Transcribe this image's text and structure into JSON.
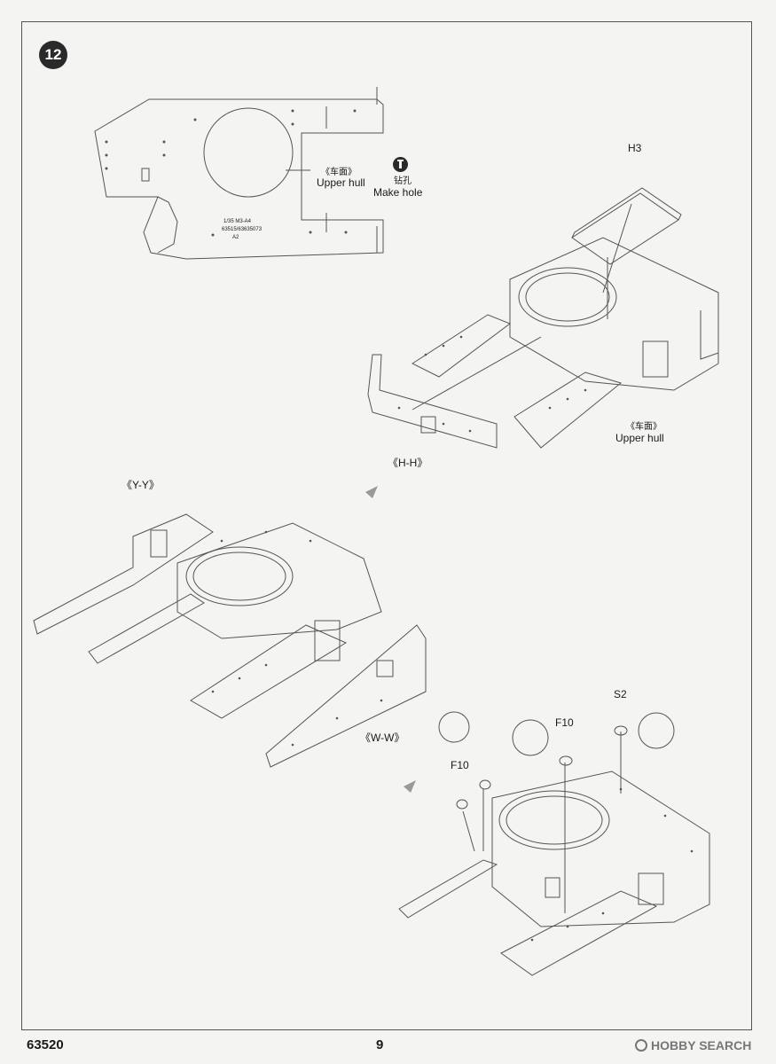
{
  "step": {
    "number": "12"
  },
  "drill": {
    "label_cn": "钻孔",
    "label_en": "Make hole"
  },
  "top_part": {
    "label_cn": "《车面》",
    "label_en": "Upper hull",
    "stamp_lines": [
      "1/35  M3-A4",
      "63515/63635073",
      "A2"
    ]
  },
  "assembly_1": {
    "part_h3": "H3",
    "part_hh": "《H-H》",
    "label_cn": "《车面》",
    "label_en": "Upper hull"
  },
  "assembly_2": {
    "part_yy": "《Y-Y》",
    "part_ww": "《W-W》"
  },
  "assembly_3": {
    "part_s2": "S2",
    "part_f10_a": "F10",
    "part_f10_b": "F10"
  },
  "footer": {
    "code": "63520",
    "page": "9",
    "watermark": "HOBBY SEARCH"
  },
  "colors": {
    "ink": "#2a2a2a",
    "paper": "#f4f4f2",
    "line": "#555555",
    "watermark": "#777777"
  }
}
